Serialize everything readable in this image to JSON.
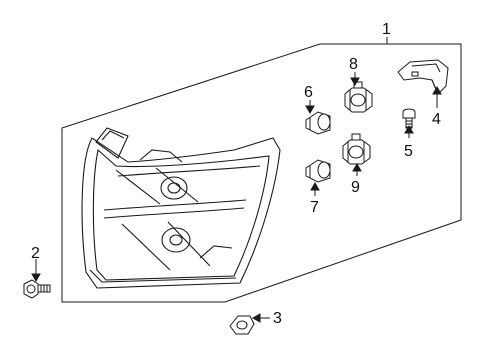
{
  "diagram": {
    "callouts": [
      {
        "id": "1",
        "label": "1"
      },
      {
        "id": "2",
        "label": "2"
      },
      {
        "id": "3",
        "label": "3"
      },
      {
        "id": "4",
        "label": "4"
      },
      {
        "id": "5",
        "label": "5"
      },
      {
        "id": "6",
        "label": "6"
      },
      {
        "id": "7",
        "label": "7"
      },
      {
        "id": "8",
        "label": "8"
      },
      {
        "id": "9",
        "label": "9"
      }
    ],
    "colors": {
      "line": "#1a1a1a",
      "background": "#ffffff"
    }
  }
}
